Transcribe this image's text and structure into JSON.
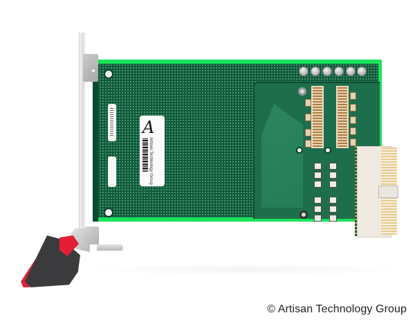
{
  "photo": {
    "subject": "green CompactPCI circuit board with front panel and ejector handle",
    "colors": {
      "background": "#ffffff",
      "pcb_green": "#0c5b3a",
      "pcb_edge": "#19e35a",
      "handle_red": "#e0243a",
      "handle_black": "#3b3b3d"
    }
  },
  "label": {
    "logo": "A",
    "text": "Artisan Technology Group"
  },
  "watermark": {
    "text": "© Artisan Technology Group"
  }
}
